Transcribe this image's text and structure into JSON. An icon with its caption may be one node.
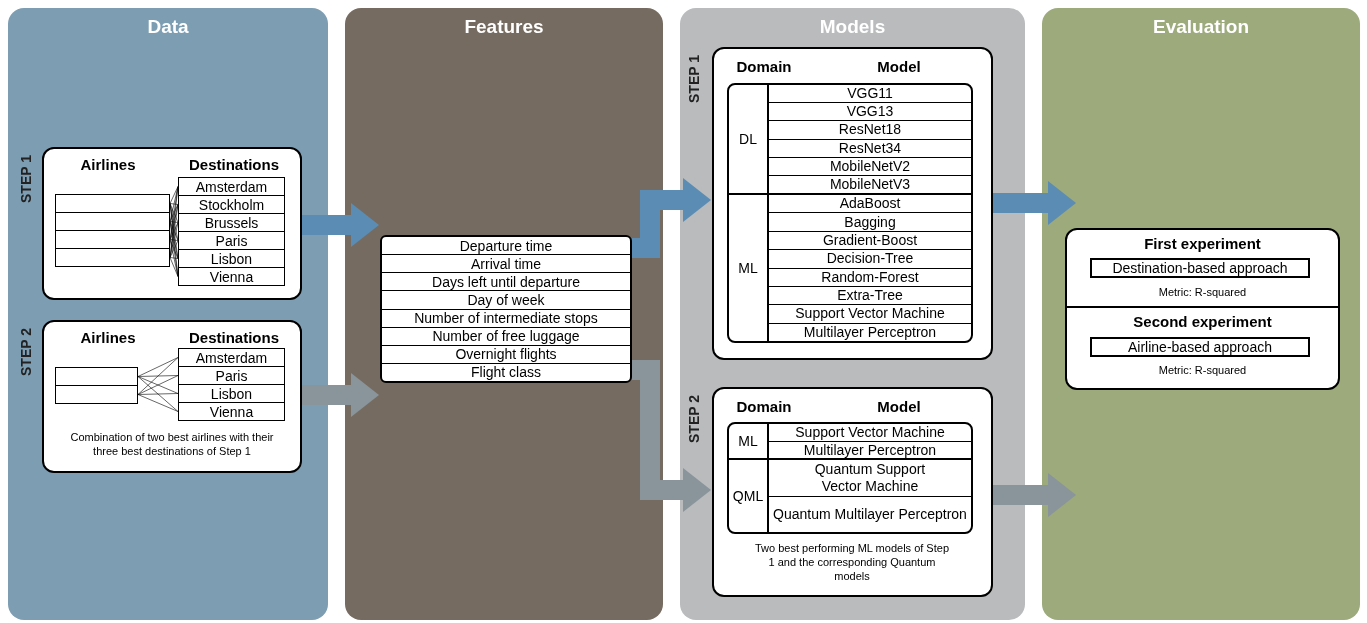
{
  "diagram": {
    "nodes": [
      {
        "text": [
          "Data"
        ]
      },
      {
        "text": [
          "Features"
        ]
      },
      {
        "text": [
          "Models"
        ]
      },
      {
        "text": [
          "Evaluation"
        ]
      },
      {
        "text": [
          "STEP 1",
          "Airlines",
          "Destinations"
        ],
        "in": 0
      },
      {
        "text": [],
        "shape": "box",
        "in": 4
      },
      {
        "text": [],
        "shape": "box",
        "in": 4
      },
      {
        "text": [],
        "shape": "box",
        "in": 4
      },
      {
        "text": [],
        "shape": "box",
        "in": 4
      },
      {
        "text": [
          "Amsterdam"
        ],
        "in": 4
      },
      {
        "text": [
          "Stockholm"
        ],
        "in": 4
      },
      {
        "text": [
          "Brussels"
        ],
        "in": 4
      },
      {
        "text": [
          "Paris"
        ],
        "in": 4
      },
      {
        "text": [
          "Lisbon"
        ],
        "in": 4
      },
      {
        "text": [
          "Vienna"
        ],
        "in": 4
      },
      {
        "text": [
          "STEP 2",
          "Airlines",
          "Destinations",
          "Combination of two best airlines with their three best destinations of Step 1"
        ],
        "in": 0
      },
      {
        "text": [],
        "shape": "box",
        "in": 15
      },
      {
        "text": [],
        "shape": "box",
        "in": 15
      },
      {
        "text": [
          "Amsterdam"
        ],
        "in": 15
      },
      {
        "text": [
          "Paris"
        ],
        "in": 15
      },
      {
        "text": [
          "Lisbon"
        ],
        "in": 15
      },
      {
        "text": [
          "Vienna"
        ],
        "in": 15
      },
      {
        "text": [
          "Departure time",
          "Arrival time",
          "Days left until departure",
          "Day of week",
          "Number of intermediate stops",
          "Number of free luggage",
          "Overnight flights",
          "Flight class"
        ],
        "in": 1
      },
      {
        "text": [
          "STEP 1",
          "Domain",
          "Model"
        ],
        "in": 2
      },
      {
        "text": [
          "DL",
          "VGG11",
          "VGG13",
          "ResNet18",
          "ResNet34",
          "MobileNetV2",
          "MobileNetV3"
        ],
        "in": 23
      },
      {
        "text": [
          "ML",
          "AdaBoost",
          "Bagging",
          "Gradient-Boost",
          "Decision-Tree",
          "Random-Forest",
          "Extra-Tree",
          "Support Vector Machine",
          "Multilayer Perceptron"
        ],
        "in": 23
      },
      {
        "text": [
          "STEP 2",
          "Domain",
          "Model",
          "Two best performing ML models of Step 1 and the corresponding Quantum models"
        ],
        "in": 2
      },
      {
        "text": [
          "ML",
          "Support Vector Machine",
          "Multilayer Perceptron"
        ],
        "in": 26
      },
      {
        "text": [
          "QML",
          "Quantum Support Vector Machine",
          "Quantum Multilayer Perceptron"
        ],
        "in": 26
      },
      {
        "text": [],
        "shape": "box",
        "in": 3
      },
      {
        "text": [
          "First experiment",
          "Metric: R-squared"
        ],
        "in": 29
      },
      {
        "text": [
          "Destination-based approach"
        ],
        "in": 30
      },
      {
        "text": [
          "Second experiment",
          "Metric: R-squared"
        ],
        "in": 29
      },
      {
        "text": [
          "Airline-based approach"
        ],
        "in": 32
      }
    ],
    "edges": [
      {
        "from": 4,
        "to": 22,
        "arrow": "to",
        "style": "thick",
        "color": "#5b8cb3"
      },
      {
        "from": 15,
        "to": 22,
        "arrow": "to",
        "style": "thick",
        "color": "#8a949b"
      },
      {
        "from": 22,
        "to": 23,
        "arrow": "to",
        "style": "thick",
        "color": "#5b8cb3"
      },
      {
        "from": 22,
        "to": 26,
        "arrow": "to",
        "style": "thick",
        "color": "#8a949b"
      },
      {
        "from": 23,
        "to": 3,
        "arrow": "to",
        "style": "thick",
        "color": "#5b8cb3"
      },
      {
        "from": 26,
        "to": 3,
        "arrow": "to",
        "style": "thick",
        "color": "#8a949b"
      },
      {
        "from": 5,
        "to": 9,
        "arrow": "none"
      },
      {
        "from": 5,
        "to": 10,
        "arrow": "none"
      },
      {
        "from": 5,
        "to": 11,
        "arrow": "none"
      },
      {
        "from": 5,
        "to": 12,
        "arrow": "none"
      },
      {
        "from": 5,
        "to": 13,
        "arrow": "none"
      },
      {
        "from": 5,
        "to": 14,
        "arrow": "none"
      },
      {
        "from": 6,
        "to": 9,
        "arrow": "none"
      },
      {
        "from": 6,
        "to": 10,
        "arrow": "none"
      },
      {
        "from": 6,
        "to": 11,
        "arrow": "none"
      },
      {
        "from": 6,
        "to": 12,
        "arrow": "none"
      },
      {
        "from": 6,
        "to": 13,
        "arrow": "none"
      },
      {
        "from": 6,
        "to": 14,
        "arrow": "none"
      },
      {
        "from": 7,
        "to": 9,
        "arrow": "none"
      },
      {
        "from": 7,
        "to": 10,
        "arrow": "none"
      },
      {
        "from": 7,
        "to": 11,
        "arrow": "none"
      },
      {
        "from": 7,
        "to": 12,
        "arrow": "none"
      },
      {
        "from": 7,
        "to": 13,
        "arrow": "none"
      },
      {
        "from": 7,
        "to": 14,
        "arrow": "none"
      },
      {
        "from": 8,
        "to": 9,
        "arrow": "none"
      },
      {
        "from": 8,
        "to": 10,
        "arrow": "none"
      },
      {
        "from": 8,
        "to": 11,
        "arrow": "none"
      },
      {
        "from": 8,
        "to": 12,
        "arrow": "none"
      },
      {
        "from": 8,
        "to": 13,
        "arrow": "none"
      },
      {
        "from": 8,
        "to": 14,
        "arrow": "none"
      },
      {
        "from": 16,
        "to": 18,
        "arrow": "none"
      },
      {
        "from": 16,
        "to": 19,
        "arrow": "none"
      },
      {
        "from": 16,
        "to": 20,
        "arrow": "none"
      },
      {
        "from": 16,
        "to": 21,
        "arrow": "none"
      },
      {
        "from": 17,
        "to": 18,
        "arrow": "none"
      },
      {
        "from": 17,
        "to": 19,
        "arrow": "none"
      },
      {
        "from": 17,
        "to": 20,
        "arrow": "none"
      },
      {
        "from": 17,
        "to": 21,
        "arrow": "none"
      }
    ]
  }
}
